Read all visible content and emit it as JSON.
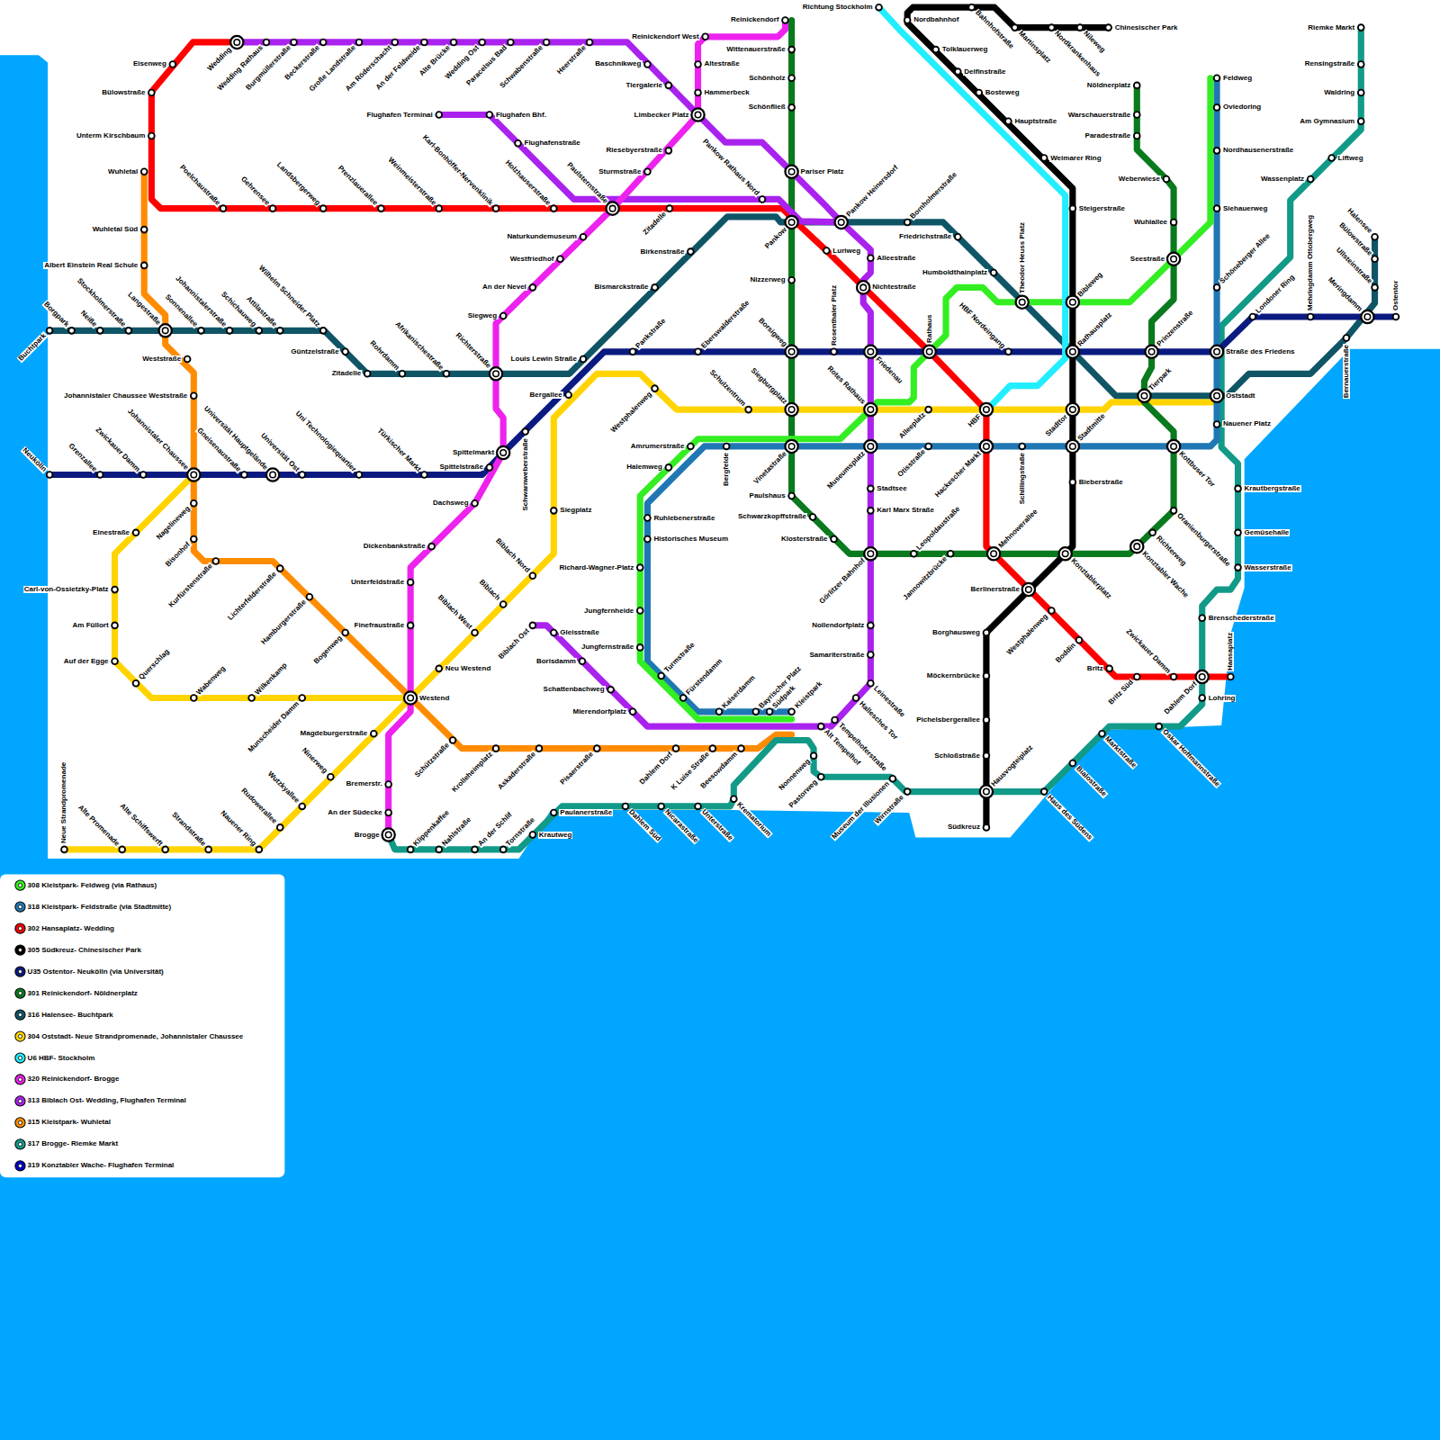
{
  "diagram": {
    "labels": [
      "Wedding",
      "Wedding Rathaus",
      "Burgmüllerstraße",
      "Beckerstraße",
      "Große Landstraße",
      "Am Röderschacht",
      "An der Feldweide",
      "Alte Brücke",
      "Wedding Ost",
      "Paracelsus Bad",
      "Schwabenstraße",
      "Heerstraße",
      "Eisenweg",
      "Bülowstraße",
      "Unterm Kirschbaum",
      "Wuhletal",
      "Wuhletal Süd",
      "Albert Einstein Real Schule",
      "Poelchaustraße",
      "Gehrensee",
      "Landsbergerweg",
      "Prenzlauerallee",
      "Weinmeisterstraße",
      "Karl-Bonhöffer-Nervenklinik",
      "Holzhauserstraße",
      "Paulsternstraße",
      "Flughafen Terminal",
      "Flughafen Bhf.",
      "Flughafenstraße",
      "Baschnikweg",
      "Tiergalerie",
      "Limbecker Platz",
      "Reinickendorf West",
      "Altestraße",
      "Hammerbeck",
      "Riesebyerstraße",
      "Sturmstraße",
      "Zitadelle",
      "Reinickendorf",
      "Wittenauerstraße",
      "Schönholz",
      "Schönfließ",
      "Pariser Platz",
      "Pankow Rathaus Nord",
      "Pankow",
      "Pankow Heinersdorf",
      "Bornholmerstraße",
      "Friedrichstraße",
      "Humboldthainplatz",
      "Luriweg",
      "Alleestraße",
      "Nichtestraße",
      "Nizzerweg",
      "Naturkundemuseum",
      "Westfriedhof",
      "An der Nevel",
      "Siegweg",
      "Birkenstraße",
      "Bismarckstraße",
      "Buchtpark",
      "Borgpark",
      "Neiße",
      "Stockholmerstraße",
      "Langestraße",
      "Sonnenallee",
      "Johannistalerstraße",
      "Schichauweg",
      "Attilastraße",
      "Wilhelm Schneider Platz",
      "Güntzelstraße",
      "Zitadelle",
      "Rohrdamm",
      "Afrikanischestraße",
      "Richterstraße",
      "Louis Lewin Straße",
      "Pankstraße",
      "Eberswalderstraße",
      "Borsigweg",
      "Rosenthaler Platz",
      "Friedenau",
      "Rathaus",
      "HBF Nordeingang",
      "Theodor Heuss Platz",
      "Bibleweg",
      "Rathausplatz",
      "Prinzenstraße",
      "Straße des Friedens",
      "Londoner Ring",
      "Mehringdamm Ottobergweg",
      "Halensee",
      "Bülowstraße",
      "Ullsteinstraße",
      "Meringdamm",
      "Ostentor",
      "Bernauerstraße",
      "Riemke Markt",
      "Rensingstraße",
      "Waldring",
      "Am Gymnasium",
      "Liftweg",
      "Wassenplatz",
      "Schöneberger Allee",
      "Feldweg",
      "Oviedoring",
      "Nordhausenerstraße",
      "Siehauerweg",
      "Nöldnerplatz",
      "Warschauerstraße",
      "Paradestraße",
      "Weberwiese",
      "Wuhlallee",
      "Seestraße",
      "Steigerstraße",
      "Weimarer Ring",
      "Hauptstraße",
      "Bosteweg",
      "Delfinstraße",
      "Tolklauerweg",
      "Nordbahnhof",
      "Bahnhofstraße",
      "Martinsplatz",
      "Nordkrankenhaus",
      "Nileweg",
      "Chinesischer Park",
      "Richtung Stockholm",
      "Tierpark",
      "Oststadt",
      "Nauener Platz",
      "Kottbuser Tor",
      "Stadttor",
      "Stadtmitte",
      "HBF",
      "Alleeplatz",
      "Rotes Rathaus",
      "Siegburgplatz",
      "Schulzentrum",
      "Westphalenweg",
      "Bergallee",
      "Otisstraße",
      "Hackescher Markt",
      "Schillingstraße",
      "Museumsplatz",
      "Vinetastraße",
      "Bergfelde",
      "Amrumerstraße",
      "Halemweg",
      "Ruhlebenerstraße",
      "Historisches Museum",
      "Richard-Wagner-Platz",
      "Jungfernheide",
      "Jungfernstraße",
      "Turmstraße",
      "Fürstendamm",
      "Kaiserdamm",
      "Bayrischer Platz",
      "Südpark",
      "Kleistpark",
      "Paulshaus",
      "Schwarzkopffstraße",
      "Klosterstraße",
      "Stadtsee",
      "Karl Marx Straße",
      "Görlitzer Bahnhof",
      "Leopoldaustraße",
      "Jannowitzbrücke",
      "Mehnowerallee",
      "Konztablerplatz",
      "Bieberstraße",
      "Berlinerstraße",
      "Konztabler Wache",
      "Richterweg",
      "Oranienburgerstraße",
      "Krautbergstraße",
      "Gemüsehalle",
      "Wasserstraße",
      "Brenschederstraße",
      "Hansaplatz",
      "Lohring",
      "Dahlem Dorf",
      "Zwickauer Damm",
      "Britz Süd",
      "Britz",
      "Boddin",
      "Westphalenweg",
      "Borghausweg",
      "Möckernbrücke",
      "Pichelsbergerallee",
      "Schloßstraße",
      "Hausvogteiplatz",
      "Südkreuz",
      "Haus des Südens",
      "Bialostraße",
      "Marktstraße",
      "Oskar Hoffmannstraße",
      "Wirnstraße",
      "Museum der Illusionen",
      "Pastorweg",
      "Nonnenweg",
      "Tempelhoferstraße",
      "Alt Tempelhof",
      "Hallesches Tor",
      "Leinestraße",
      "Samariterstraße",
      "Nollendorfplatz",
      "Krematorium",
      "Unterstraße",
      "Nicarastraße",
      "Dahlem Süd",
      "Paulanerstraße",
      "Krautweg",
      "Tornstraße",
      "An der Schlif",
      "Nahlstraße",
      "Klippenkaffee",
      "Brogge",
      "An der Südecke",
      "Bremerstr.",
      "Beesowdamm",
      "K Luise Straße",
      "Dahlem Dorf",
      "Pisaerstraße",
      "Askaderstraße",
      "Krolleheimplatz",
      "Schützstraße",
      "Magdeburgerstraße",
      "Ninerweg",
      "Wutzkyallee",
      "Rudowerallee",
      "Nauener Ring",
      "Strandstraße",
      "Alte Schiffswerft",
      "Alte Promenade",
      "Neue Strandpromenade",
      "Munscheider Damm",
      "Wilkenkamp",
      "Wabenweg",
      "Querschlag",
      "Auf der Egge",
      "Am Füllort",
      "Carl-von-Ossietzky-Platz",
      "Einestraße",
      "Westend",
      "Neu Westend",
      "Biblach West",
      "Biblach",
      "Biblach Nord",
      "Siegplatz",
      "Finefraustraße",
      "Unterfeldstraße",
      "Dickenbankstraße",
      "Dachsweg",
      "Spittelstraße",
      "Spittelmarkt",
      "Schwarnweberstraße",
      "Biblach Ost",
      "Gleisstraße",
      "Borisdamm",
      "Schattenbachweg",
      "Mierendorfplatz",
      "Hamburgerstraße",
      "Bogenweg",
      "Lichterfelderstraße",
      "Kurfürstenstraße",
      "Bisonhof",
      "Nagelineweg",
      "Johannistaler Chaussee",
      "Zwickauer Damm",
      "Grenzallee",
      "Neukölln",
      "Johannistaler Chaussee Weststraße",
      "Weststraße",
      "Gneisenaustraße",
      "Universität Hauptgelände",
      "Universität Ost",
      "Uni Technologiequartier",
      "Türkischer Markt"
    ],
    "legend": [
      {
        "text": "308 Kleistpark- Feldweg (via Rathaus)",
        "color": "#33ee22"
      },
      {
        "text": "318 Kleistpark- Feldstraße (via Stadtmitte)",
        "color": "#1f78b4"
      },
      {
        "text": "302 Hansaplatz- Wedding",
        "color": "#ff0000"
      },
      {
        "text": "305 Südkreuz- Chinesischer Park",
        "color": "#000000"
      },
      {
        "text": "U35 Ostentor- Neukölln (via Universität)",
        "color": "#0a1a80"
      },
      {
        "text": "301 Reinickendorf- Nöldnerplatz",
        "color": "#0a7a1e"
      },
      {
        "text": "316 Halensee- Buchtpark",
        "color": "#0f5566"
      },
      {
        "text": "304 Oststadt- Neue Strandpromenade, Johannistaler Chaussee",
        "color": "#ffd400"
      },
      {
        "text": "U6 HBF- Stockholm",
        "color": "#22eeff"
      },
      {
        "text": "320 Reinickendorf- Brogge",
        "color": "#ee22ee"
      },
      {
        "text": "313 Biblach Ost- Wedding, Flughafen Terminal",
        "color": "#aa22ee"
      },
      {
        "text": "315 Kleistpark- Wuhletal",
        "color": "#ff8c00"
      },
      {
        "text": "317 Brogge- Riemke Markt",
        "color": "#129a88"
      },
      {
        "text": "319 Konztabler Wache- Flughafen Terminal",
        "color": "#0000cc"
      }
    ]
  }
}
